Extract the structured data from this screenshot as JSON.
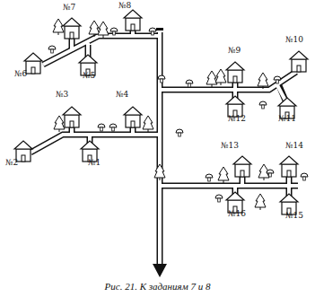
{
  "diagram": {
    "caption": "Рис. 21. К заданиям 7 и 8",
    "labels": [
      "№7",
      "№8",
      "№6",
      "№5",
      "№9",
      "№10",
      "№12",
      "№11",
      "№3",
      "№4",
      "№2",
      "№1",
      "№13",
      "№14",
      "№16",
      "№15"
    ]
  }
}
